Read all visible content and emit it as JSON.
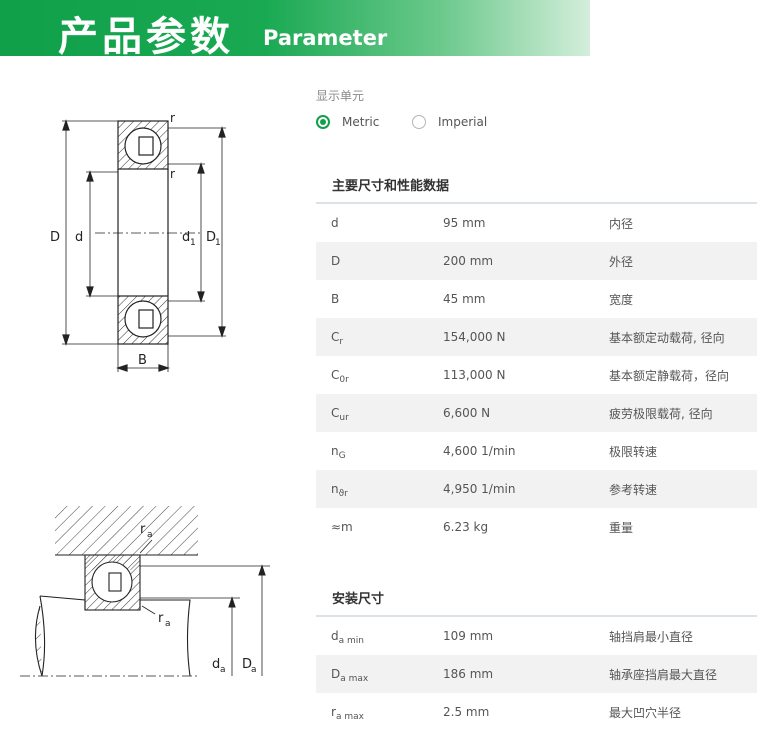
{
  "banner": {
    "title_cn": "产品参数",
    "title_en": "Parameter"
  },
  "diagram": {
    "top_labels": {
      "D": "D",
      "d": "d",
      "d1": "d",
      "d1_sub": "1",
      "D1": "D",
      "D1_sub": "1",
      "B": "B",
      "r": "r"
    },
    "bottom_labels": {
      "ra": "r",
      "ra_sub": "a",
      "da": "d",
      "da_sub": "a",
      "Da": "D",
      "Da_sub": "a"
    }
  },
  "units": {
    "label": "显示单元",
    "options": [
      {
        "label": "Metric",
        "selected": true
      },
      {
        "label": "Imperial",
        "selected": false
      }
    ]
  },
  "main_section": {
    "title": "主要尺寸和性能数据",
    "rows": [
      {
        "sym": "d",
        "sub": "",
        "value": "95 mm",
        "desc": "内径"
      },
      {
        "sym": "D",
        "sub": "",
        "value": "200 mm",
        "desc": "外径"
      },
      {
        "sym": "B",
        "sub": "",
        "value": "45 mm",
        "desc": "宽度"
      },
      {
        "sym": "C",
        "sub": "r",
        "value": "154,000 N",
        "desc": "基本额定动载荷, 径向"
      },
      {
        "sym": "C",
        "sub": "0r",
        "value": "113,000 N",
        "desc": "基本额定静载荷，径向"
      },
      {
        "sym": "C",
        "sub": "ur",
        "value": "6,600 N",
        "desc": "疲劳极限载荷, 径向"
      },
      {
        "sym": "n",
        "sub": "G",
        "value": "4,600 1/min",
        "desc": "极限转速"
      },
      {
        "sym": "n",
        "sub": "ϑr",
        "value": "4,950 1/min",
        "desc": "参考转速"
      },
      {
        "sym": "≈m",
        "sub": "",
        "value": "6.23 kg",
        "desc": "重量"
      }
    ]
  },
  "mount_section": {
    "title": "安装尺寸",
    "rows": [
      {
        "sym": "d",
        "sub": "a min",
        "value": "109 mm",
        "desc": "轴挡肩最小直径"
      },
      {
        "sym": "D",
        "sub": "a max",
        "value": "186 mm",
        "desc": "轴承座挡肩最大直径"
      },
      {
        "sym": "r",
        "sub": "a max",
        "value": "2.5 mm",
        "desc": "最大凹穴半径"
      }
    ]
  }
}
